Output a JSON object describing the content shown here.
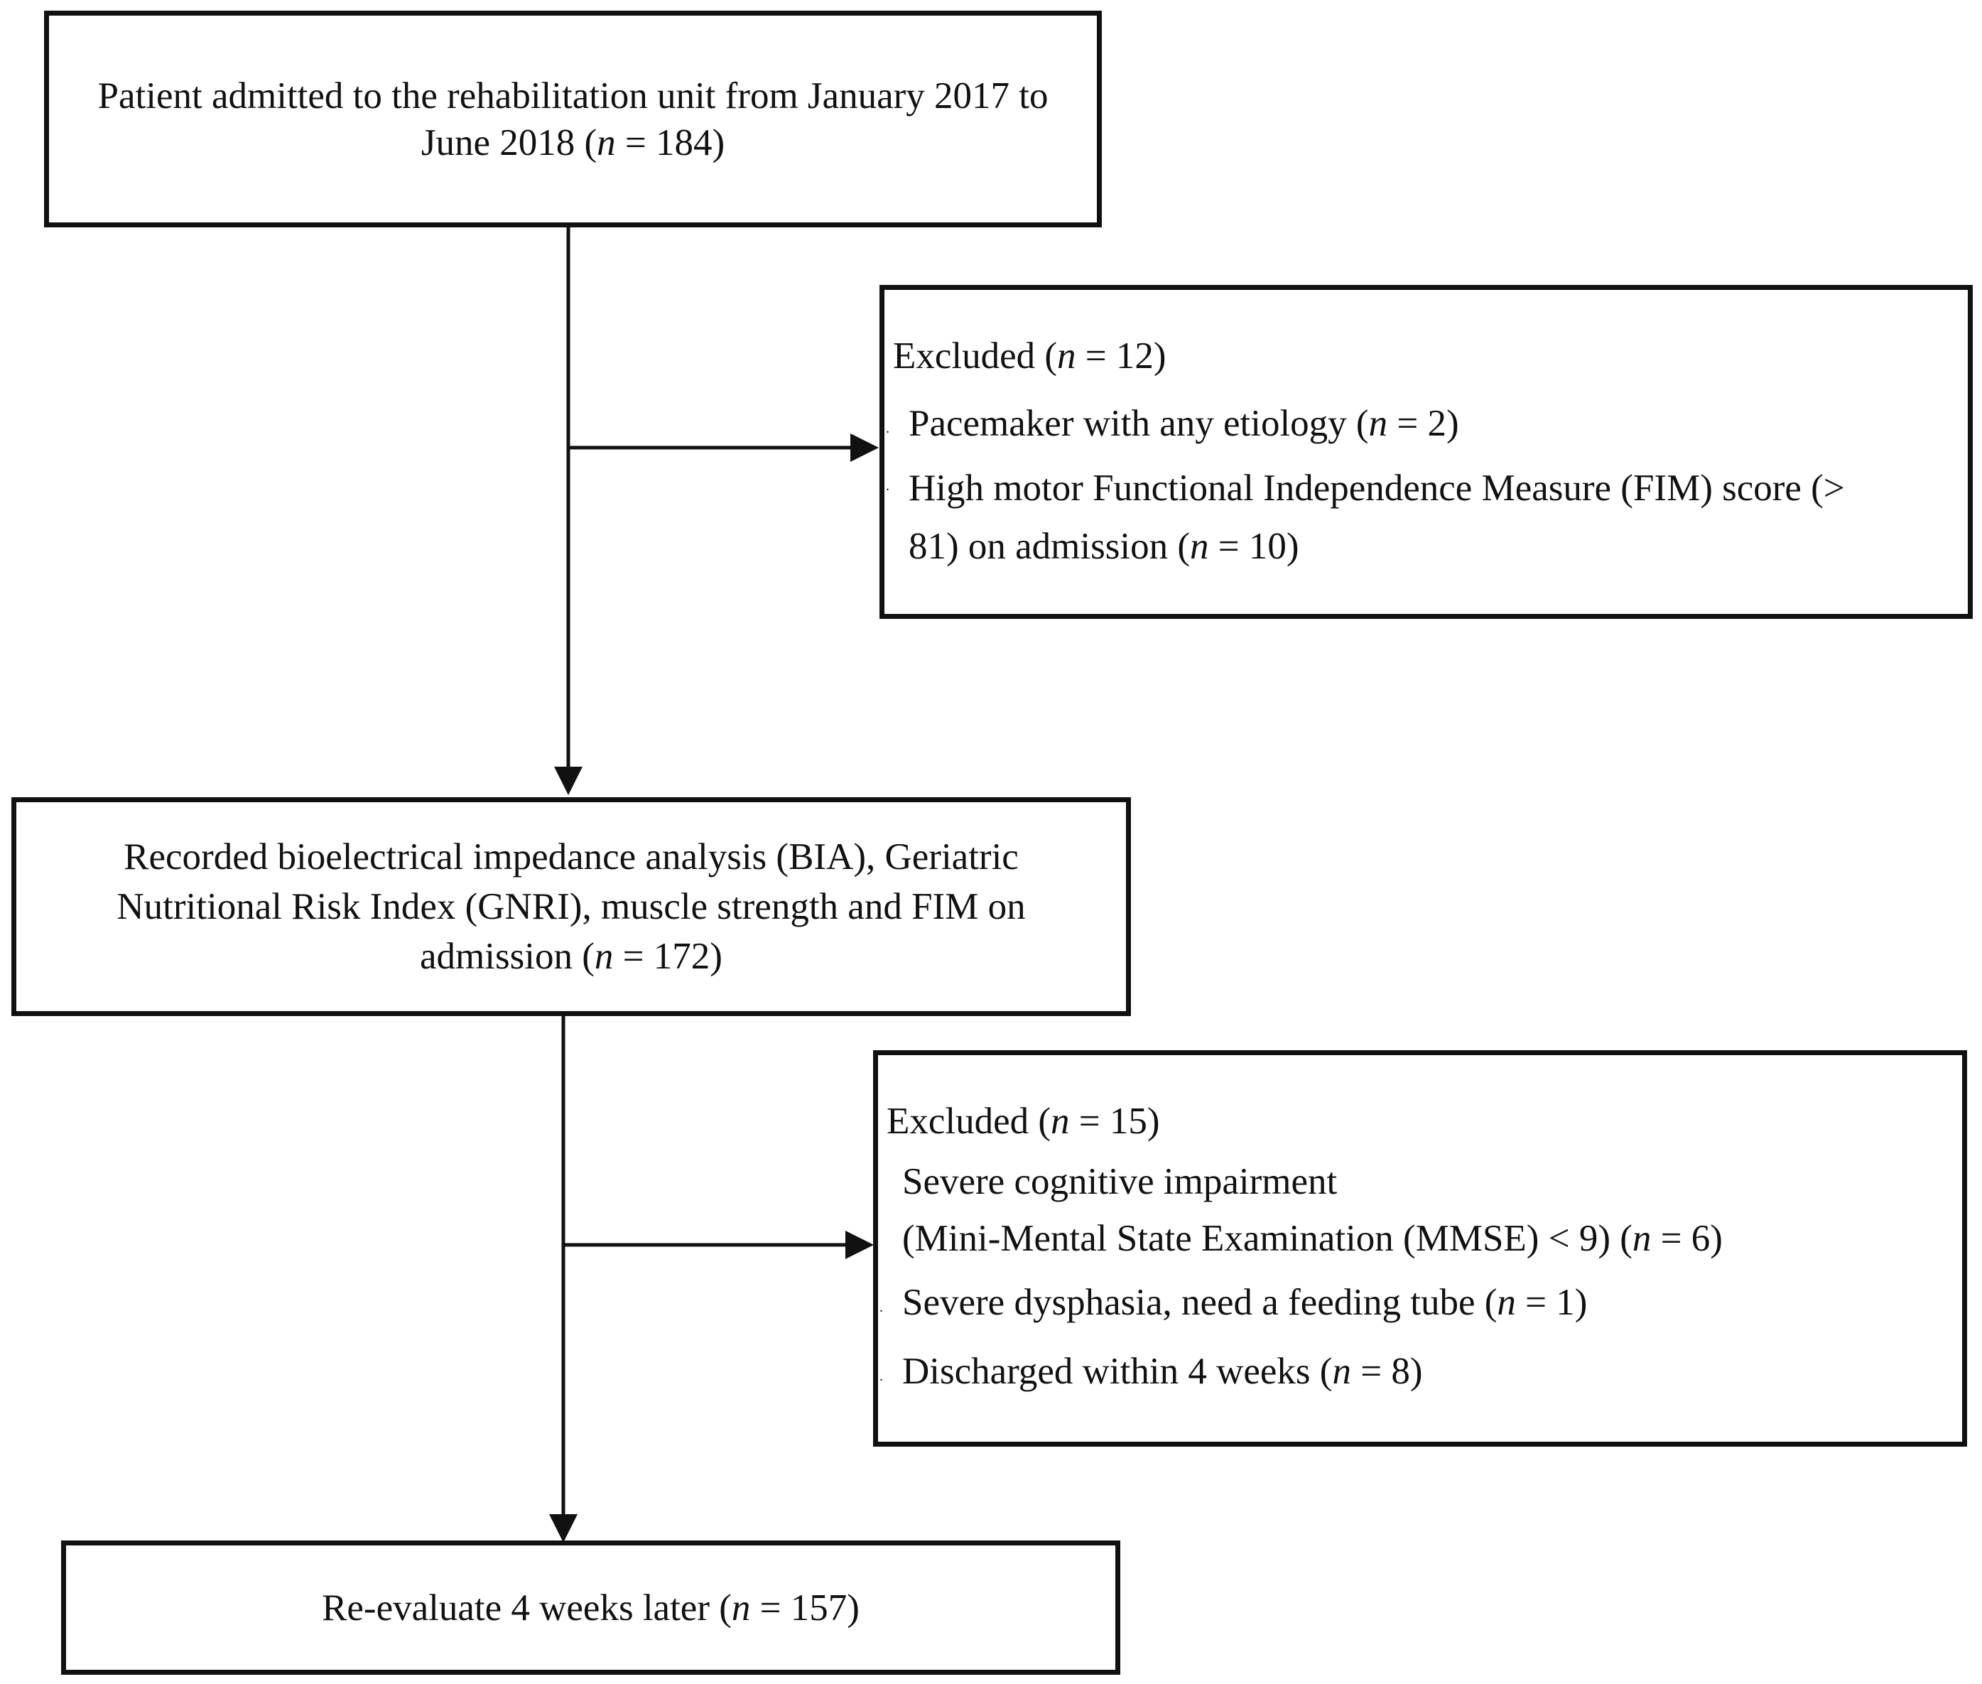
{
  "boxes": {
    "admitted": {
      "line1": "Patient admitted to the rehabilitation unit from January 2017 to",
      "line2_prefix": "June 2018 (",
      "n_var": "n",
      "line2_suffix": " = 184)"
    },
    "exclusion1": {
      "header_prefix": "Excluded (",
      "n_var": "n",
      "header_suffix": " = 12)",
      "items": [
        {
          "bullet": ".",
          "text_prefix": "Pacemaker with any etiology (",
          "n_var": "n",
          "text_suffix": " = 2)"
        },
        {
          "bullet": ".",
          "line1": "High motor Functional Independence Measure (FIM) score (>",
          "line2_prefix": "81) on admission (",
          "n_var": "n",
          "line2_suffix": " = 10)"
        }
      ]
    },
    "recorded": {
      "line1": "Recorded bioelectrical impedance analysis (BIA), Geriatric",
      "line2": "Nutritional Risk Index (GNRI), muscle strength and FIM on",
      "line3_prefix": "admission (",
      "n_var": "n",
      "line3_suffix": " = 172)"
    },
    "exclusion2": {
      "header_prefix": "Excluded (",
      "n_var": "n",
      "header_suffix": " = 15)",
      "items": [
        {
          "line1": "Severe cognitive impairment",
          "line2_prefix": "(Mini-Mental State Examination (MMSE) < 9) (",
          "n_var": "n",
          "line2_suffix": " = 6)"
        },
        {
          "bullet": ".",
          "text_prefix": "Severe dysphasia, need a feeding tube (",
          "n_var": "n",
          "text_suffix": " = 1)"
        },
        {
          "bullet": ".",
          "text_prefix": "Discharged within 4 weeks (",
          "n_var": "n",
          "text_suffix": " = 8)"
        }
      ]
    },
    "reevaluate": {
      "text_prefix": "Re-evaluate 4 weeks later (",
      "n_var": "n",
      "text_suffix": " = 157)"
    }
  }
}
